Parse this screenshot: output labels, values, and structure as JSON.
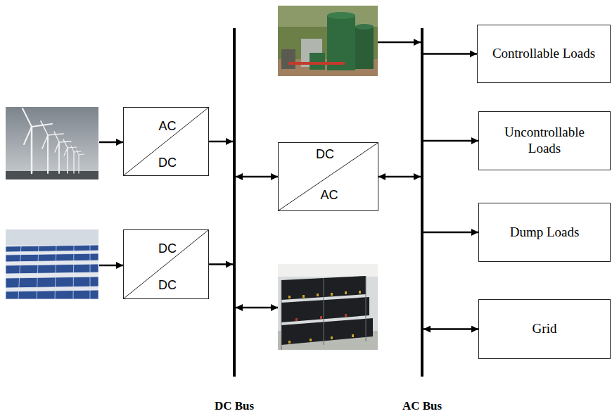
{
  "diagram": {
    "nodes": [
      {
        "text": [
          "AC",
          "DC"
        ]
      },
      {
        "text": [
          "DC",
          "DC"
        ]
      },
      {
        "text": [
          "DC Bus"
        ]
      },
      {
        "text": [
          "DC",
          "AC"
        ]
      },
      {
        "text": [
          "AC Bus"
        ]
      },
      {
        "text": [
          "Controllable Loads"
        ]
      },
      {
        "text": [
          "Uncontrollable Loads"
        ]
      },
      {
        "text": [
          "Dump Loads"
        ]
      },
      {
        "text": [
          "Grid"
        ]
      }
    ],
    "edges": [
      {
        "from": 0,
        "to": 2,
        "arrow": "to"
      },
      {
        "from": 1,
        "to": 2,
        "arrow": "to"
      },
      {
        "from": 2,
        "to": 3,
        "arrow": "both"
      },
      {
        "from": 3,
        "to": 4,
        "arrow": "both"
      },
      {
        "from": 4,
        "to": 5,
        "arrow": "to"
      },
      {
        "from": 4,
        "to": 6,
        "arrow": "to"
      },
      {
        "from": 4,
        "to": 7,
        "arrow": "to"
      },
      {
        "from": 4,
        "to": 8,
        "arrow": "both"
      }
    ]
  }
}
